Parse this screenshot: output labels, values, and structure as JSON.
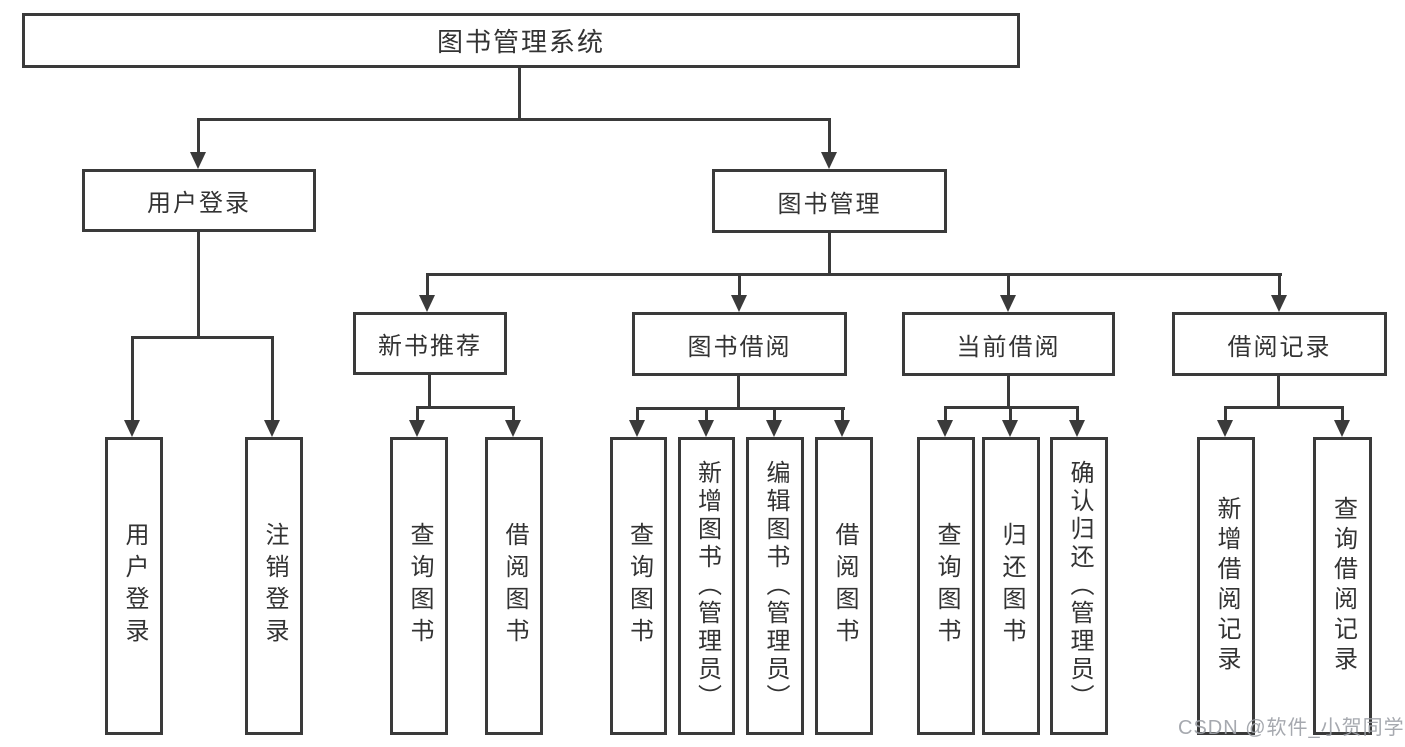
{
  "diagram": {
    "type": "tree",
    "title": "图书管理系统",
    "nodes": {
      "root": "图书管理系统",
      "level2": [
        {
          "id": "user-login",
          "label": "用户登录",
          "parent": "root"
        },
        {
          "id": "book-management",
          "label": "图书管理",
          "parent": "root"
        }
      ],
      "level3": [
        {
          "id": "new-book-recommend",
          "label": "新书推荐",
          "parent": "book-management"
        },
        {
          "id": "book-borrowing",
          "label": "图书借阅",
          "parent": "book-management"
        },
        {
          "id": "current-borrowing",
          "label": "当前借阅",
          "parent": "book-management"
        },
        {
          "id": "borrowing-records",
          "label": "借阅记录",
          "parent": "book-management"
        }
      ],
      "leaves": [
        {
          "id": "leaf-user-login",
          "label": "用户登录",
          "parent": "user-login"
        },
        {
          "id": "leaf-logout",
          "label": "注销登录",
          "parent": "user-login"
        },
        {
          "id": "leaf-query-books-1",
          "label": "查询图书",
          "parent": "new-book-recommend"
        },
        {
          "id": "leaf-borrow-books-1",
          "label": "借阅图书",
          "parent": "new-book-recommend"
        },
        {
          "id": "leaf-query-books-2",
          "label": "查询图书",
          "parent": "book-borrowing"
        },
        {
          "id": "leaf-add-books-admin",
          "label": "新增图书（管理员）",
          "parent": "book-borrowing"
        },
        {
          "id": "leaf-edit-books-admin",
          "label": "编辑图书（管理员）",
          "parent": "book-borrowing"
        },
        {
          "id": "leaf-borrow-books-2",
          "label": "借阅图书",
          "parent": "book-borrowing"
        },
        {
          "id": "leaf-query-books-3",
          "label": "查询图书",
          "parent": "current-borrowing"
        },
        {
          "id": "leaf-return-books",
          "label": "归还图书",
          "parent": "current-borrowing"
        },
        {
          "id": "leaf-confirm-return-admin",
          "label": "确认归还（管理员）",
          "parent": "current-borrowing"
        },
        {
          "id": "leaf-add-borrow-record",
          "label": "新增借阅记录",
          "parent": "borrowing-records"
        },
        {
          "id": "leaf-query-borrow-record",
          "label": "查询借阅记录",
          "parent": "borrowing-records"
        }
      ]
    },
    "colors": {
      "line": "#3a3a3a",
      "text": "#333333",
      "background": "#ffffff",
      "watermark": "#9ea2a8"
    },
    "watermark": "CSDN @软件_小贺同学"
  }
}
